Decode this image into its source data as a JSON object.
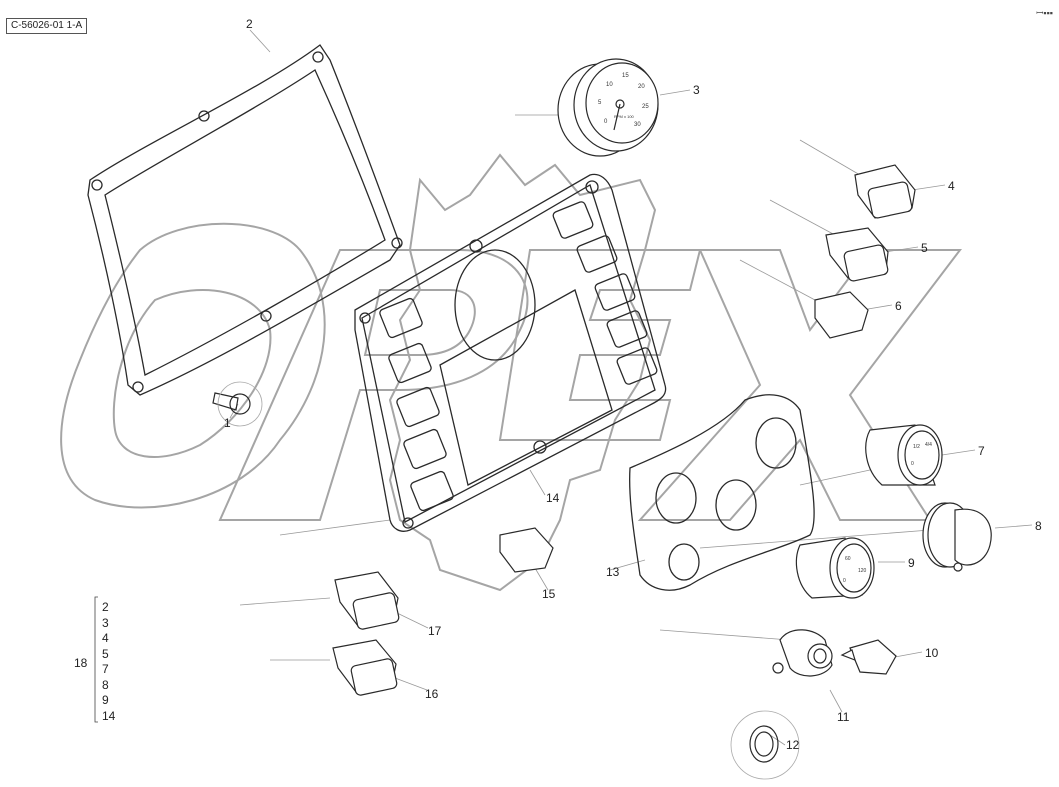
{
  "document_code": "C-56026-01 1-A",
  "corner_logo": "ꟷ▪▪▪",
  "watermark": "OPEX",
  "callouts": [
    "1",
    "2",
    "3",
    "4",
    "5",
    "6",
    "7",
    "8",
    "9",
    "10",
    "11",
    "12",
    "13",
    "14",
    "15",
    "16",
    "17"
  ],
  "group": {
    "label": "18",
    "items": [
      "2",
      "3",
      "4",
      "5",
      "7",
      "8",
      "9",
      "14"
    ]
  },
  "gauge_3_ticks": [
    "0",
    "5",
    "10",
    "15",
    "20",
    "25",
    "30"
  ],
  "gauge_3_unit": "RPM x 100",
  "gauge_7_ticks": [
    "1/2",
    "4/4",
    "0"
  ],
  "gauge_9_ticks": [
    "60",
    "120",
    "0"
  ],
  "colors": {
    "line": "#2a2a2a",
    "watermark": "#9a9a9a",
    "leader": "#888888"
  }
}
